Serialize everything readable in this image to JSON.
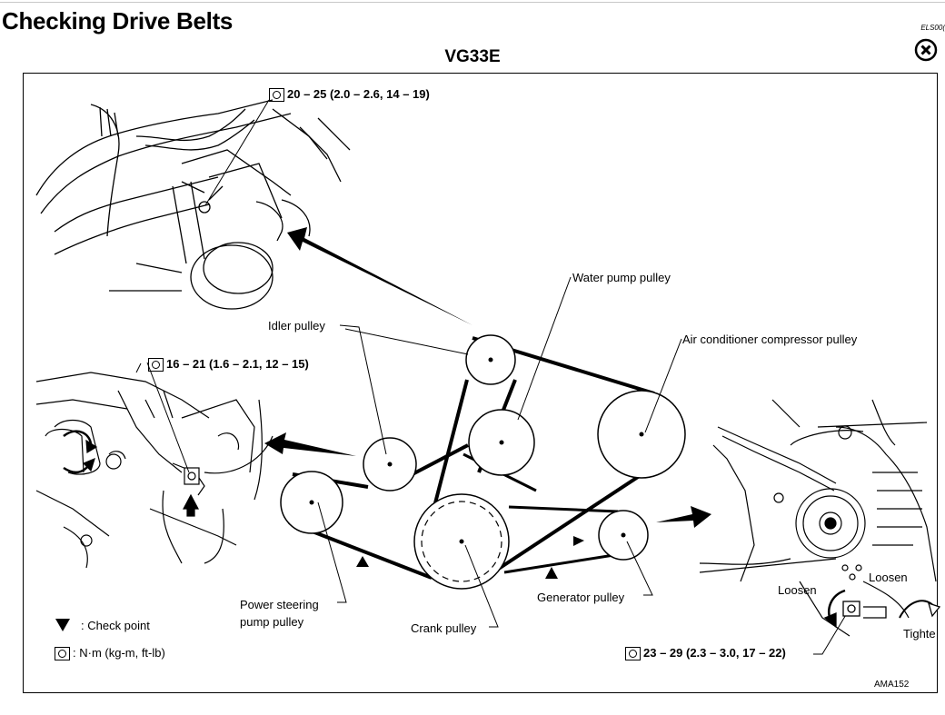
{
  "page": {
    "title": "Checking Drive Belts",
    "doc_code": "ELS00(",
    "engine": "VG33E",
    "close_icon": "close-circle-icon"
  },
  "labels": {
    "water_pump_pulley": "Water pump pulley",
    "idler_pulley": "Idler pulley",
    "ac_compressor_pulley": "Air conditioner compressor pulley",
    "power_steering_pump_pulley_line1": "Power steering",
    "power_steering_pump_pulley_line2": "pump pulley",
    "crank_pulley": "Crank pulley",
    "generator_pulley": "Generator pulley",
    "loosen_left": "Loosen",
    "loosen_right": "Loosen",
    "tighten": "Tighte"
  },
  "torques": {
    "top": "20 – 25 (2.0 – 2.6, 14 – 19)",
    "left": "16 – 21 (1.6 – 2.1, 12 – 15)",
    "right": "23 – 29 (2.3 – 3.0, 17 – 22)"
  },
  "legend": {
    "check_point": ": Check point",
    "torque_units": ": N·m (kg-m, ft-lb)"
  },
  "figure_code": "AMA152"
}
